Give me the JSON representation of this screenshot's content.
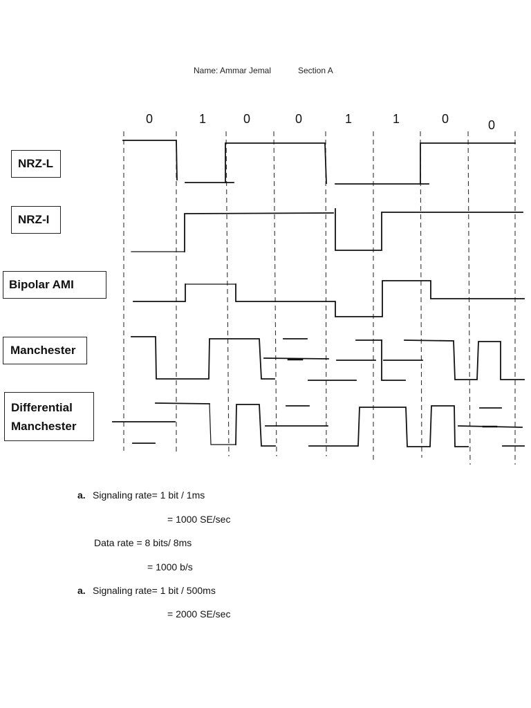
{
  "header": {
    "name": "Name: Ammar Jemal",
    "section": "Section A"
  },
  "bit_stream": [
    "0",
    "1",
    "0",
    "0",
    "1",
    "1",
    "0",
    "0"
  ],
  "encodings": [
    {
      "key": "nrzl",
      "label": "NRZ-L"
    },
    {
      "key": "nrzi",
      "label": "NRZ-I"
    },
    {
      "key": "ami",
      "label": "Bipolar AMI"
    },
    {
      "key": "manchester",
      "label": "Manchester"
    },
    {
      "key": "diffman",
      "label_line1": "Differential",
      "label_line2": "Manchester"
    }
  ],
  "calculations": {
    "part1": {
      "marker": "a.",
      "signaling_rate": "Signaling rate= 1 bit / 1ms",
      "signaling_result": "= 1000 SE/sec",
      "data_rate": "Data rate = 8 bits/ 8ms",
      "data_result": "= 1000 b/s"
    },
    "part2": {
      "marker": "a.",
      "signaling_rate": "Signaling rate= 1 bit / 500ms",
      "signaling_result": "= 2000 SE/sec"
    }
  },
  "colors": {
    "ink": "#111111",
    "dashed": "#333333"
  }
}
